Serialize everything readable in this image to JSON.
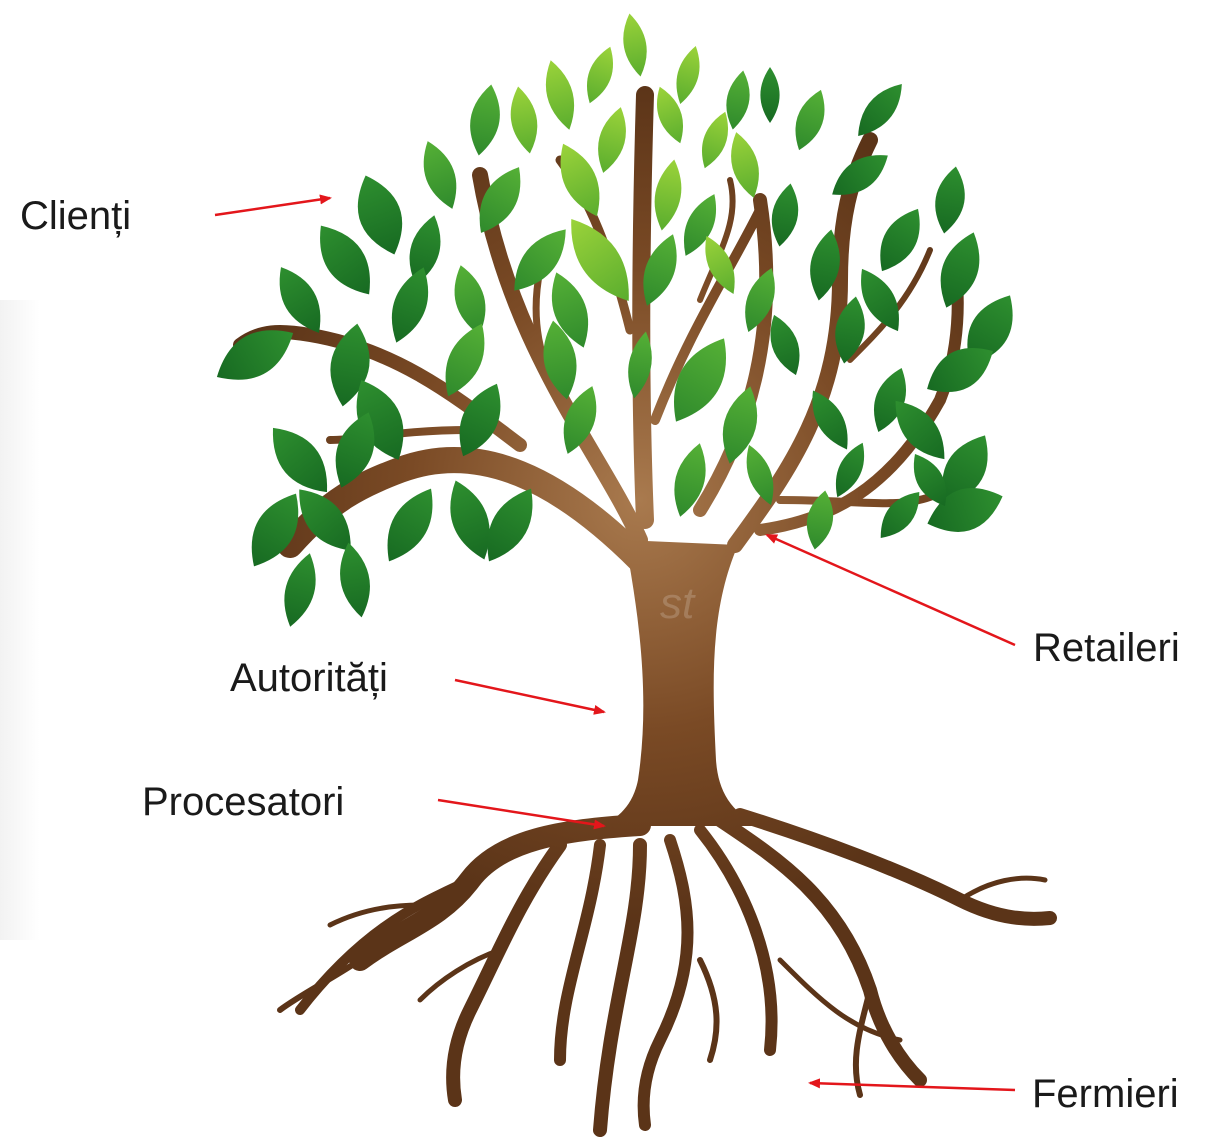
{
  "diagram": {
    "labels": {
      "clienti": "Clienți",
      "autoritati": "Autorități",
      "procesatori": "Procesatori",
      "retaileri": "Retaileri",
      "fermieri": "Fermieri"
    },
    "colors": {
      "arrow": "#e3161b",
      "trunk": "#7a4a25",
      "trunk_highlight": "#a97a4e",
      "leaf_dark": "#1f7a2a",
      "leaf_mid": "#3c9a2e",
      "leaf_light": "#8fcb2a",
      "label_text": "#1a1a1a"
    },
    "watermark": "st"
  }
}
